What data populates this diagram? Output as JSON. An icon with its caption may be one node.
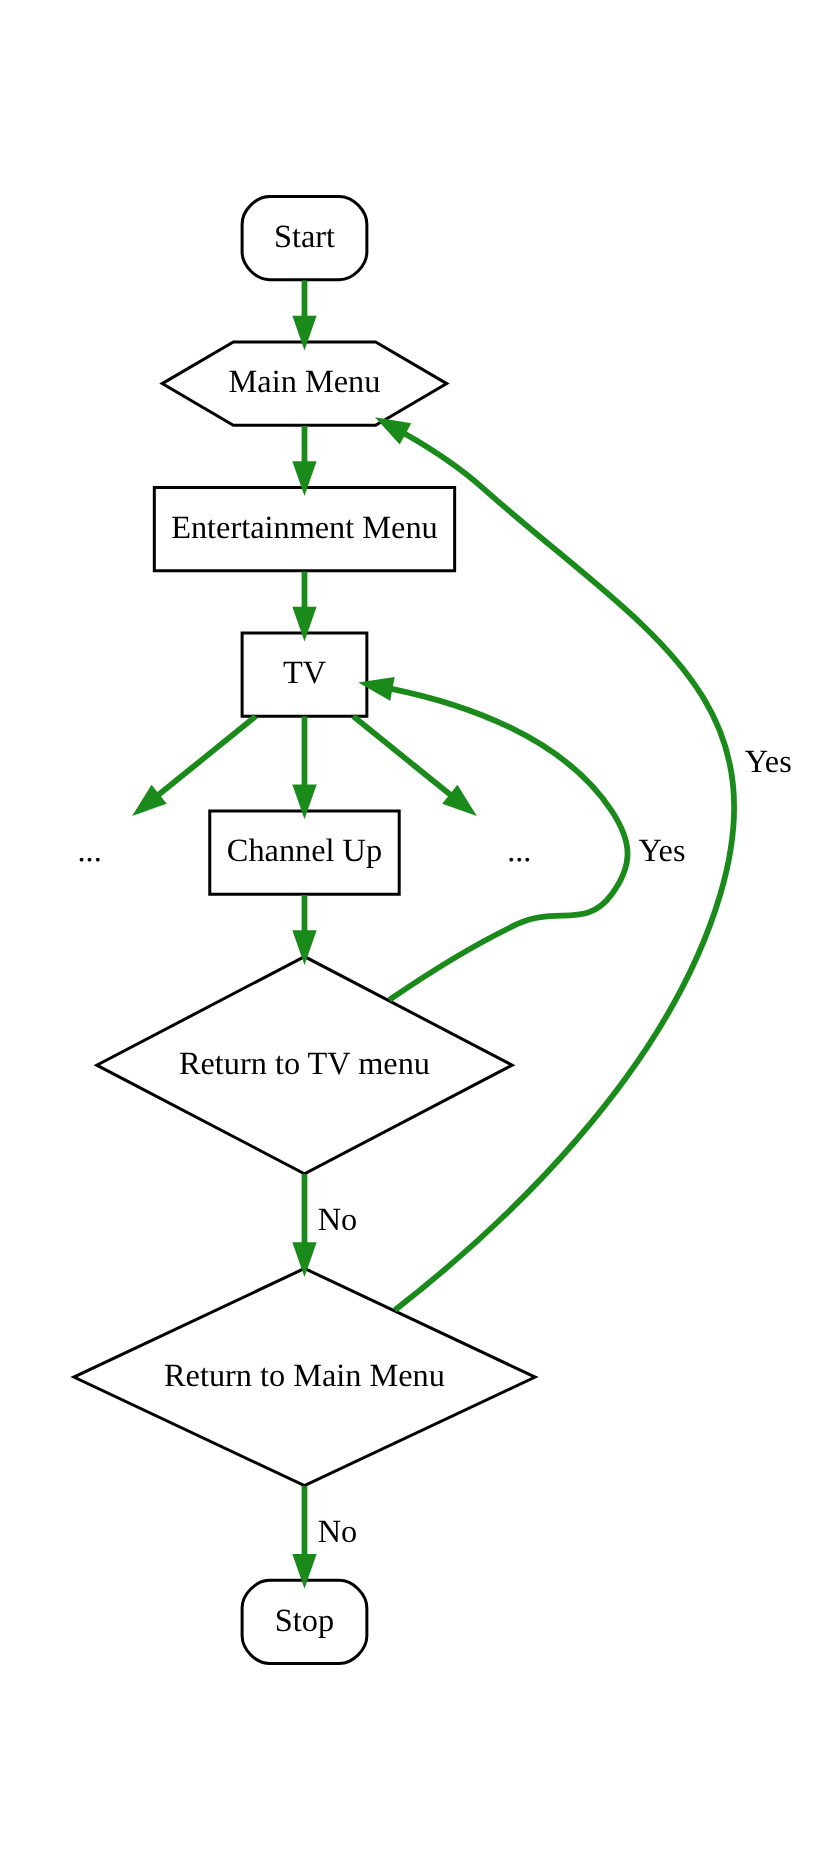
{
  "diagram": {
    "nodes": [
      {
        "text": [
          "Start"
        ]
      },
      {
        "text": [
          "Main Menu"
        ]
      },
      {
        "text": [
          "Entertainment Menu"
        ]
      },
      {
        "text": [
          "TV"
        ]
      },
      {
        "text": [
          "..."
        ]
      },
      {
        "text": [
          "Channel Up"
        ]
      },
      {
        "text": [
          "..."
        ]
      },
      {
        "text": [
          "Return to TV menu"
        ]
      },
      {
        "text": [
          "Return to Main Menu"
        ]
      },
      {
        "text": [
          "Stop"
        ]
      }
    ],
    "edges": [
      {
        "from": 0,
        "to": 1,
        "arrow": "to"
      },
      {
        "from": 1,
        "to": 2,
        "arrow": "to"
      },
      {
        "from": 2,
        "to": 3,
        "arrow": "to"
      },
      {
        "from": 3,
        "to": 4,
        "arrow": "to"
      },
      {
        "from": 3,
        "to": 5,
        "arrow": "to"
      },
      {
        "from": 3,
        "to": 6,
        "arrow": "to"
      },
      {
        "from": 5,
        "to": 7,
        "arrow": "to"
      },
      {
        "from": 7,
        "to": 3,
        "arrow": "to",
        "label": "Yes"
      },
      {
        "from": 7,
        "to": 8,
        "arrow": "to",
        "label": "No"
      },
      {
        "from": 8,
        "to": 1,
        "arrow": "to",
        "label": "Yes"
      },
      {
        "from": 8,
        "to": 9,
        "arrow": "to",
        "label": "No"
      }
    ]
  }
}
